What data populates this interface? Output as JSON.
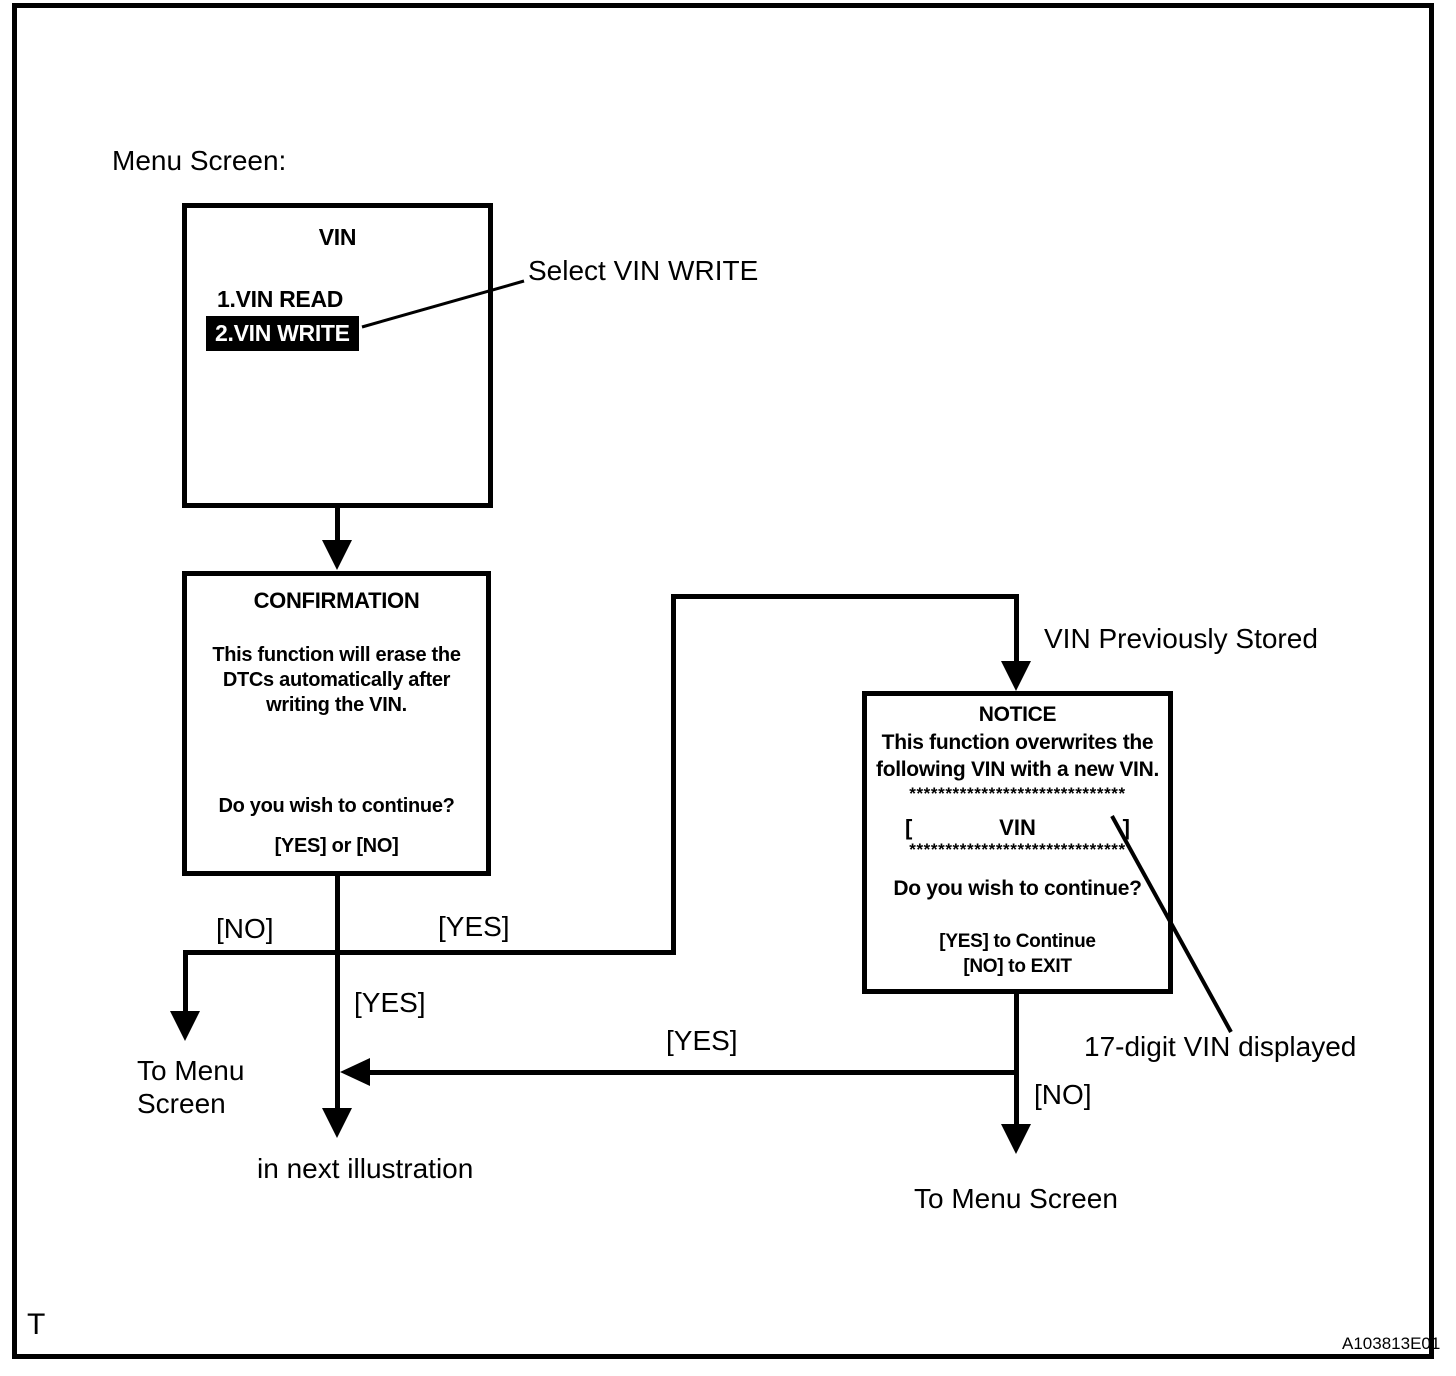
{
  "page": {
    "heading": "Menu Screen:",
    "footer_left": "T",
    "figure_code": "A103813E01"
  },
  "colors": {
    "ink": "#000000",
    "paper": "#ffffff",
    "highlight_bg": "#000000",
    "highlight_fg": "#ffffff"
  },
  "vin_menu": {
    "title": "VIN",
    "items": [
      {
        "label": "1.VIN READ",
        "selected": false
      },
      {
        "label": "2.VIN WRITE",
        "selected": true
      }
    ],
    "callout": "Select VIN WRITE"
  },
  "confirmation": {
    "title": "CONFIRMATION",
    "body": "This function will erase the\nDTCs automatically after\nwriting the VIN.",
    "question": "Do you wish to continue?",
    "options": "[YES] or [NO]"
  },
  "notice": {
    "title": "NOTICE",
    "body": "This function overwrites the\nfollowing VIN with a new VIN.",
    "stars": "******************************",
    "vin_open": "[",
    "vin_label": "VIN",
    "vin_close": "]",
    "question": "Do you wish to continue?",
    "option_yes": "[YES] to Continue",
    "option_no": "[NO] to EXIT"
  },
  "flow_labels": {
    "no_branch": "[NO]",
    "yes_branch": "[YES]",
    "yes_down": "[YES]",
    "yes_return": "[YES]",
    "no_down": "[NO]",
    "to_menu_left": "To Menu\nScreen",
    "to_menu_right": "To Menu Screen",
    "next_illustration": "in next illustration",
    "vin_previously_stored": "VIN Previously Stored",
    "vin_digits": "17-digit VIN displayed"
  }
}
